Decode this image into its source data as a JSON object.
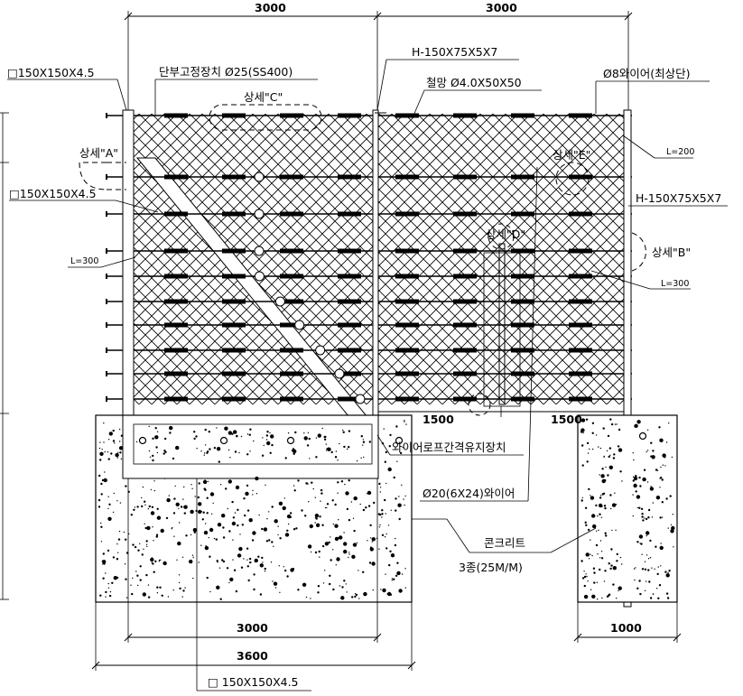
{
  "dimensions": {
    "top_left": "3000",
    "top_right": "3000",
    "bottom_inner": "3000",
    "bottom_outer": "3600",
    "right_footing": "1000",
    "span_left": "1500",
    "span_right": "1500"
  },
  "labels": {
    "post_top_left": "□150X150X4.5",
    "end_fixing": "단부고정장치 Ø25(SS400)",
    "detail_c": "상세\"C\"",
    "h_beam_top": "H-150X75X5X7",
    "wire_mesh": "철망  Ø4.0X50X50",
    "wire_8": "Ø8와이어(최상단)",
    "detail_a": "상세\"A\"",
    "post_brace": "□150X150X4.5",
    "l200": "L=200",
    "detail_e": "상세\"E\"",
    "h_beam_right": "H-150X75X5X7",
    "l300_left": "L=300",
    "detail_d": "상세\"D\"",
    "detail_b": "상세\"B\"",
    "l300_right": "L=300",
    "spacer": "와이어로프간격유지장치",
    "wire_20": "Ø20(6X24)와이어",
    "concrete": "콘크리트",
    "concrete_grade": "3종(25M/M)",
    "post_bottom": "□ 150X150X4.5"
  }
}
